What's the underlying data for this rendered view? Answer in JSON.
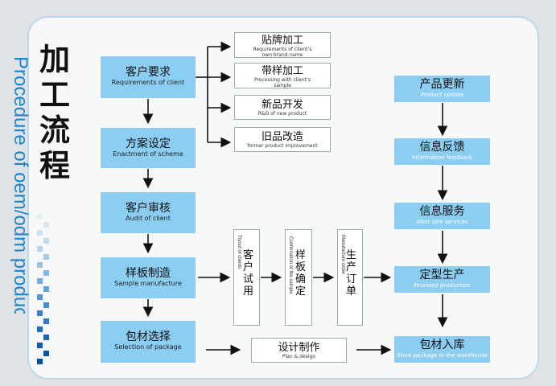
{
  "title_vertical_en": "Procedure of oem/odm produce",
  "title_cn": [
    "加",
    "工",
    "流",
    "程"
  ],
  "left_steps": [
    {
      "zh": "客户要求",
      "en": "Requirements of client"
    },
    {
      "zh": "方案设定",
      "en": "Enactment of scheme"
    },
    {
      "zh": "客户审核",
      "en": "Audit of client"
    },
    {
      "zh": "样板制造",
      "en": "Sample manufacture"
    },
    {
      "zh": "包材选择",
      "en": "Selection of package"
    }
  ],
  "options": [
    {
      "zh": "贴牌加工",
      "en1": "Requirements of client’s",
      "en2": "own brand name"
    },
    {
      "zh": "带样加工",
      "en1": "Processing with client’s",
      "en2": "sample"
    },
    {
      "zh": "新品开发",
      "en1": "R&D of new product",
      "en2": ""
    },
    {
      "zh": "旧品改造",
      "en1": "former product improvement",
      "en2": ""
    }
  ],
  "middle_steps": [
    {
      "zh": "客户试用",
      "en": "Tryout of clients"
    },
    {
      "zh": "样板确定",
      "en": "Confirmation of the sample"
    },
    {
      "zh": "生产订单",
      "en": "Manufacture order"
    }
  ],
  "design": {
    "zh": "设计制作",
    "en": "Plan & design"
  },
  "right_steps": [
    {
      "zh": "产品更新",
      "en": "Product update"
    },
    {
      "zh": "信息反馈",
      "en": "Information feedback"
    },
    {
      "zh": "信息服务",
      "en": "After sale services"
    },
    {
      "zh": "定型生产",
      "en": "Finalized production"
    },
    {
      "zh": "包材入库",
      "en": "Store package in the warehouse"
    }
  ],
  "colors": {
    "accent": "#8ccdf2",
    "title_blue": "#1e86c8",
    "border": "#b9d8ee"
  }
}
